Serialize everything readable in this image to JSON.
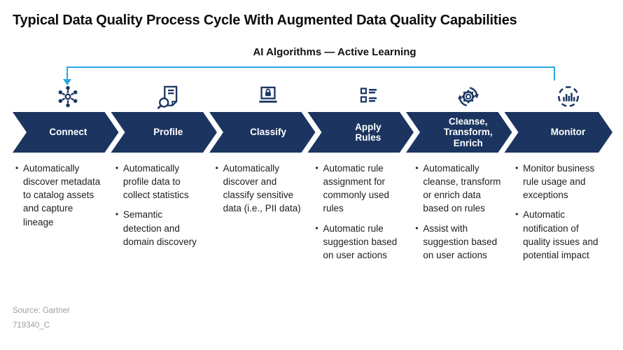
{
  "title": "Typical Data Quality Process Cycle With Augmented Data Quality Capabilities",
  "ai_loop": {
    "label": "AI Algorithms — Active Learning"
  },
  "colors": {
    "navy": "#1b3560",
    "accent_blue": "#29a9e1",
    "text": "#1e1e1e",
    "muted": "#9aa1a7"
  },
  "ui": {
    "bullet_char": "•"
  },
  "stages": [
    {
      "label": "Connect",
      "icon": "network-hub-icon",
      "bullets": [
        "Automatically discover metadata to catalog assets and capture lineage"
      ]
    },
    {
      "label": "Profile",
      "icon": "document-magnifier-icon",
      "bullets": [
        "Automatically profile data to collect statistics",
        "Semantic detection and domain discovery"
      ]
    },
    {
      "label": "Classify",
      "icon": "laptop-lock-icon",
      "bullets": [
        "Automatically discover and classify sensitive data (i.e., PII data)"
      ]
    },
    {
      "label": "Apply\nRules",
      "icon": "checklist-icon",
      "bullets": [
        "Automatic rule assignment for commonly used rules",
        "Automatic rule suggestion based on user actions"
      ]
    },
    {
      "label": "Cleanse,\nTransform,\nEnrich",
      "icon": "gear-sync-icon",
      "bullets": [
        "Automatically cleanse, transform or enrich data based on rules",
        "Assist with suggestion based on user actions"
      ]
    },
    {
      "label": "Monitor",
      "icon": "bar-chart-circle-icon",
      "bullets": [
        "Monitor business rule usage and exceptions",
        "Automatic notification of quality issues and potential impact"
      ]
    }
  ],
  "footer": {
    "source": "Source: Gartner",
    "figure_id": "719340_C"
  }
}
